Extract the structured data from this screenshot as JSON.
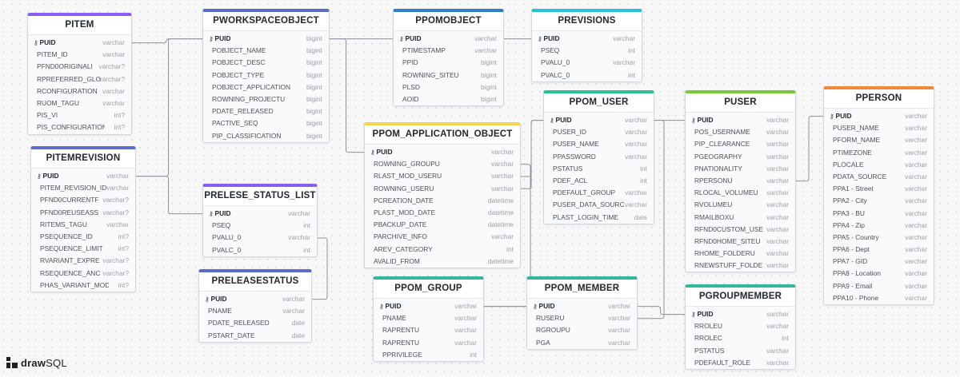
{
  "brand": {
    "name_bold": "draw",
    "name_light": "SQL"
  },
  "tables": [
    {
      "id": "pitem",
      "name": "PITEM",
      "color": "#8b5cf6",
      "fields": [
        {
          "name": "PUID",
          "type": "varchar",
          "pk": true
        },
        {
          "name": "PITEM_ID",
          "type": "varchar"
        },
        {
          "name": "PFND0ORIGINALI",
          "type": "varchar?"
        },
        {
          "name": "RPREFERRED_GLO",
          "type": "varchar?"
        },
        {
          "name": "RCONFIGURATION",
          "type": "varchar"
        },
        {
          "name": "RUOM_TAGU",
          "type": "varchar"
        },
        {
          "name": "PIS_VI",
          "type": "int?"
        },
        {
          "name": "PIS_CONFIGURATION_I",
          "type": "int?"
        }
      ]
    },
    {
      "id": "pitemrevision",
      "name": "PITEMREVISION",
      "color": "#5b6bc9",
      "fields": [
        {
          "name": "PUID",
          "type": "varchar",
          "pk": true
        },
        {
          "name": "PITEM_REVISION_ID",
          "type": "varchar"
        },
        {
          "name": "PFND0CURRENTF",
          "type": "varchar?"
        },
        {
          "name": "PFND0REUSEASS",
          "type": "varchar?"
        },
        {
          "name": "RITEMS_TAGU",
          "type": "varchar"
        },
        {
          "name": "PSEQUENCE_ID",
          "type": "int?"
        },
        {
          "name": "PSEQUENCE_LIMIT",
          "type": "int?"
        },
        {
          "name": "RVARIANT_EXPRE",
          "type": "varchar?"
        },
        {
          "name": "RSEQUENCE_ANC",
          "type": "varchar?"
        },
        {
          "name": "PHAS_VARIANT_MODUL",
          "type": "int?"
        }
      ]
    },
    {
      "id": "pworkspaceobject",
      "name": "PWORKSPACEOBJECT",
      "color": "#5b6bc9",
      "fields": [
        {
          "name": "PUID",
          "type": "bigint",
          "pk": true
        },
        {
          "name": "POBJECT_NAME",
          "type": "bigint"
        },
        {
          "name": "POBJECT_DESC",
          "type": "bigint"
        },
        {
          "name": "POBJECT_TYPE",
          "type": "bigint"
        },
        {
          "name": "POBJECT_APPLICATION",
          "type": "bigint"
        },
        {
          "name": "ROWNING_PROJECTU",
          "type": "bigint"
        },
        {
          "name": "PDATE_RELEASED",
          "type": "bigint"
        },
        {
          "name": "PACTIVE_SEQ",
          "type": "bigint"
        },
        {
          "name": "PIP_CLASSIFICATION",
          "type": "bigint"
        }
      ]
    },
    {
      "id": "prelese_status_list",
      "name": "PRELESE_STATUS_LIST",
      "color": "#8b5cf6",
      "fields": [
        {
          "name": "PUID",
          "type": "varchar",
          "pk": true
        },
        {
          "name": "PSEQ",
          "type": "int"
        },
        {
          "name": "PVALU_0",
          "type": "varchar"
        },
        {
          "name": "PVALC_0",
          "type": "int"
        }
      ]
    },
    {
      "id": "preleasestatus",
      "name": "PRELEASESTATUS",
      "color": "#5b6bc9",
      "fields": [
        {
          "name": "PUID",
          "type": "varchar",
          "pk": true
        },
        {
          "name": "PNAME",
          "type": "varchar"
        },
        {
          "name": "PDATE_RELEASED",
          "type": "date"
        },
        {
          "name": "PSTART_DATE",
          "type": "date"
        }
      ]
    },
    {
      "id": "ppomobject",
      "name": "PPOMOBJECT",
      "color": "#2f80c9",
      "fields": [
        {
          "name": "PUID",
          "type": "varchar",
          "pk": true
        },
        {
          "name": "PTIMESTAMP",
          "type": "varchar"
        },
        {
          "name": "PPID",
          "type": "bigint"
        },
        {
          "name": "ROWNING_SITEU",
          "type": "bigint"
        },
        {
          "name": "PLSD",
          "type": "bigint"
        },
        {
          "name": "AOID",
          "type": "bigint"
        }
      ]
    },
    {
      "id": "previsions",
      "name": "PREVISIONS",
      "color": "#22c3d6",
      "fields": [
        {
          "name": "PUID",
          "type": "varchar",
          "pk": true
        },
        {
          "name": "PSEQ",
          "type": "int"
        },
        {
          "name": "PVALU_0",
          "type": "varchar"
        },
        {
          "name": "PVALC_0",
          "type": "int"
        }
      ]
    },
    {
      "id": "ppom_application_object",
      "name": "PPOM_APPLICATION_OBJECT",
      "color": "#f2d64b",
      "fields": [
        {
          "name": "PUID",
          "type": "varchar",
          "pk": true
        },
        {
          "name": "ROWNING_GROUPU",
          "type": "varchar"
        },
        {
          "name": "RLAST_MOD_USERU",
          "type": "varchar"
        },
        {
          "name": "ROWNING_USERU",
          "type": "varchar"
        },
        {
          "name": "PCREATION_DATE",
          "type": "datetime"
        },
        {
          "name": "PLAST_MOD_DATE",
          "type": "datetime"
        },
        {
          "name": "PBACKUP_DATE",
          "type": "datetime"
        },
        {
          "name": "PARCHIVE_INFO",
          "type": "varchar"
        },
        {
          "name": "AREV_CATEGORY",
          "type": "int"
        },
        {
          "name": "AVALID_FROM",
          "type": "datetime"
        }
      ]
    },
    {
      "id": "ppom_user",
      "name": "PPOM_USER",
      "color": "#2fbf98",
      "fields": [
        {
          "name": "PUID",
          "type": "varchar",
          "pk": true
        },
        {
          "name": "PUSER_ID",
          "type": "varchar"
        },
        {
          "name": "PUSER_NAME",
          "type": "varchar"
        },
        {
          "name": "PPASSWORD",
          "type": "varchar"
        },
        {
          "name": "PSTATUS",
          "type": "int"
        },
        {
          "name": "PDEF_ACL",
          "type": "int"
        },
        {
          "name": "PDEFAULT_GROUP",
          "type": "varchar"
        },
        {
          "name": "PUSER_DATA_SOURC",
          "type": "varchar"
        },
        {
          "name": "PLAST_LOGIN_TIME",
          "type": "date"
        }
      ]
    },
    {
      "id": "ppom_group",
      "name": "PPOM_GROUP",
      "color": "#33b8a0",
      "fields": [
        {
          "name": "PUID",
          "type": "varchar",
          "pk": true
        },
        {
          "name": "PNAME",
          "type": "varchar"
        },
        {
          "name": "RAPRENTU",
          "type": "varchar"
        },
        {
          "name": "RAPRENTU",
          "type": "varchar"
        },
        {
          "name": "PPRIVILEGE",
          "type": "int"
        }
      ]
    },
    {
      "id": "ppom_member",
      "name": "PPOM_MEMBER",
      "color": "#33b8a0",
      "fields": [
        {
          "name": "PUID",
          "type": "varchar",
          "pk": true
        },
        {
          "name": "RUSERU",
          "type": "varchar"
        },
        {
          "name": "RGROUPU",
          "type": "varchar"
        },
        {
          "name": "PGA",
          "type": "varchar"
        }
      ]
    },
    {
      "id": "puser",
      "name": "PUSER",
      "color": "#7bc73a",
      "fields": [
        {
          "name": "PUID",
          "type": "varchar",
          "pk": true
        },
        {
          "name": "POS_USERNAME",
          "type": "varchar"
        },
        {
          "name": "PIP_CLEARANCE",
          "type": "varchar"
        },
        {
          "name": "PGEOGRAPHY",
          "type": "varchar"
        },
        {
          "name": "PNATIONALITY",
          "type": "varchar"
        },
        {
          "name": "RPERSONU",
          "type": "varchar"
        },
        {
          "name": "RLOCAL_VOLUMEU",
          "type": "varchar"
        },
        {
          "name": "RVOLUMEU",
          "type": "varchar"
        },
        {
          "name": "RMAILBOXU",
          "type": "varchar"
        },
        {
          "name": "RFND0CUSTOM_USE",
          "type": "varchar"
        },
        {
          "name": "RFND0HOME_SITEU",
          "type": "varchar"
        },
        {
          "name": "RHOME_FOLDERU",
          "type": "varchar"
        },
        {
          "name": "RNEWSTUFF_FOLDE",
          "type": "varchar"
        }
      ]
    },
    {
      "id": "pgroupmember",
      "name": "PGROUPMEMBER",
      "color": "#33b8a0",
      "fields": [
        {
          "name": "PUID",
          "type": "varchar",
          "pk": true
        },
        {
          "name": "RROLEU",
          "type": "varchar"
        },
        {
          "name": "RROLEC",
          "type": "int"
        },
        {
          "name": "PSTATUS",
          "type": "varchar"
        },
        {
          "name": "PDEFAULT_ROLE",
          "type": "varchar"
        }
      ]
    },
    {
      "id": "pperson",
      "name": "PPERSON",
      "color": "#f08a3a",
      "fields": [
        {
          "name": "PUID",
          "type": "varchar",
          "pk": true
        },
        {
          "name": "PUSER_NAME",
          "type": "varchar"
        },
        {
          "name": "PFORM_NAME",
          "type": "varchar"
        },
        {
          "name": "PTIMEZONE",
          "type": "varchar"
        },
        {
          "name": "PLOCALE",
          "type": "varchar"
        },
        {
          "name": "PDATA_SOURCE",
          "type": "varchar"
        },
        {
          "name": "PPA1 - Street",
          "type": "varchar"
        },
        {
          "name": "PPA2 - City",
          "type": "varchar"
        },
        {
          "name": "PPA3 - BU",
          "type": "varchar"
        },
        {
          "name": "PPA4 - Zip",
          "type": "varchar"
        },
        {
          "name": "PPA5 - Country",
          "type": "varchar"
        },
        {
          "name": "PPA6 - Dept",
          "type": "varchar"
        },
        {
          "name": "PPA7 - GID",
          "type": "varchar"
        },
        {
          "name": "PPA8 - Location",
          "type": "varchar"
        },
        {
          "name": "PPA9 - Email",
          "type": "varchar"
        },
        {
          "name": "PPA10 - Phone",
          "type": "varchar"
        }
      ]
    }
  ],
  "relationships": [
    {
      "from": [
        "pitem",
        0
      ],
      "to": [
        "pworkspaceobject",
        0
      ]
    },
    {
      "from": [
        "pitemrevision",
        0
      ],
      "to": [
        "pworkspaceobject",
        0
      ]
    },
    {
      "from": [
        "pitemrevision",
        0
      ],
      "to": [
        "prelese_status_list",
        0
      ]
    },
    {
      "from": [
        "pworkspaceobject",
        0
      ],
      "to": [
        "ppomobject",
        0
      ]
    },
    {
      "from": [
        "pworkspaceobject",
        0
      ],
      "to": [
        "ppom_application_object",
        0
      ]
    },
    {
      "from": [
        "ppomobject",
        0
      ],
      "to": [
        "previsions",
        0
      ]
    },
    {
      "from": [
        "prelese_status_list",
        2
      ],
      "to": [
        "preleasestatus",
        0
      ]
    },
    {
      "from": [
        "ppom_application_object",
        2
      ],
      "to": [
        "ppom_user",
        0
      ]
    },
    {
      "from": [
        "ppom_application_object",
        3
      ],
      "to": [
        "ppom_user",
        0
      ]
    },
    {
      "from": [
        "ppom_application_object",
        1
      ],
      "to": [
        "ppom_group",
        0
      ]
    },
    {
      "from": [
        "ppom_user",
        0
      ],
      "to": [
        "puser",
        0
      ]
    },
    {
      "from": [
        "ppom_group",
        0
      ],
      "to": [
        "ppom_member",
        0
      ]
    },
    {
      "from": [
        "ppom_member",
        1
      ],
      "to": [
        "ppom_user",
        0
      ]
    },
    {
      "from": [
        "ppom_member",
        0
      ],
      "to": [
        "pgroupmember",
        0
      ]
    },
    {
      "from": [
        "puser",
        5
      ],
      "to": [
        "pperson",
        0
      ]
    }
  ]
}
